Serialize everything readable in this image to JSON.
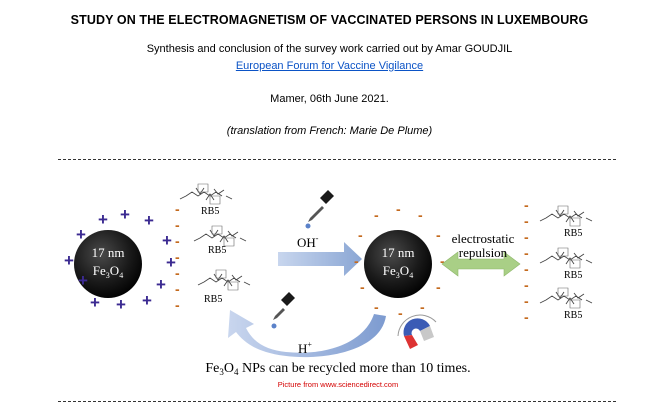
{
  "document": {
    "title": "STUDY ON THE ELECTROMAGNETISM OF VACCINATED PERSONS IN LUXEMBOURG",
    "subtitle": "Synthesis and conclusion of the survey work carried out by Amar GOUDJIL",
    "link_text": "European Forum for Vaccine Vigilance",
    "place_date": "Mamer, 06th June 2021.",
    "translation_note": "(translation from French: Marie De Plume)"
  },
  "figure": {
    "particle_size": "17 nm",
    "particle_material_base": "Fe",
    "particle_sub_3": "3",
    "particle_letter_o": "O",
    "particle_sub_4": "4",
    "dye_label": "RB5",
    "hydroxide_label": "OH",
    "hydroxide_charge": "-",
    "proton_label": "H",
    "proton_charge": "+",
    "interaction_label_line1": "electrostatic",
    "interaction_label_line2": "repulsion",
    "caption_fe": "Fe",
    "caption_sub3": "3",
    "caption_o": "O",
    "caption_sub4": "4",
    "caption_rest": " NPs can be recycled more than 10 times.",
    "credit": "Picture from www.sciencedirect.com",
    "colors": {
      "positive_charge": "#3b2a91",
      "negative_charge": "#c46a1e",
      "particle": "#1a1a1a",
      "arrow_blue": "#9bb3d8",
      "arrow_green": "#a9cf86",
      "credit_red": "#d40000"
    }
  }
}
